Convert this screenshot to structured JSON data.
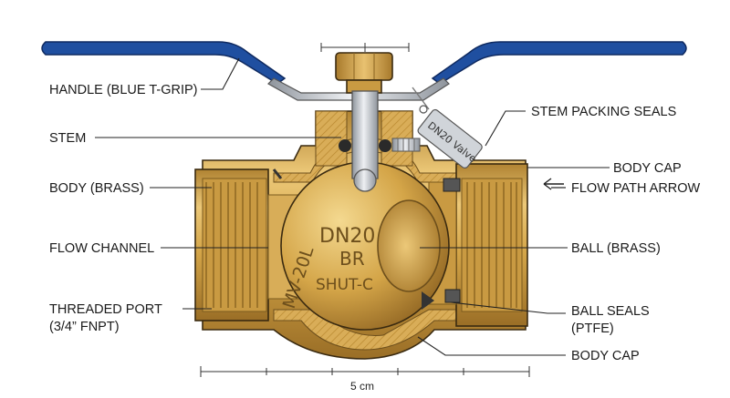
{
  "labels": {
    "handle": "HANDLE (BLUE T-GRIP)",
    "stem": "STEM",
    "body": "BODY (BRASS)",
    "flow_channel": "FLOW CHANNEL",
    "threaded_port_line1": "THREADED PORT",
    "threaded_port_line2": "(3/4” FNPT)",
    "stem_packing_seals": "STEM PACKING SEALS",
    "body_cap_top": "BODY CAP",
    "flow_path_arrow": "FLOW PATH ARROW",
    "ball": "BALL (BRASS)",
    "ball_seals_line1": "BALL SEALS",
    "ball_seals_line2": "(PTFE)",
    "body_cap_bottom": "BODY CAP"
  },
  "markings": {
    "tag": "DN20 Valve",
    "body_vertical": "MV-20L",
    "ball_line1": "DN20",
    "ball_line2": "BR",
    "ball_line3": "SHUT-C"
  },
  "scale_bar": {
    "label": "5 cm"
  },
  "colors": {
    "handle_blue": "#1f4fa0",
    "brass": "#d4a548",
    "brass_dark": "#a87a2c",
    "brass_light": "#ecc878",
    "steel": "#c8ccd2"
  }
}
